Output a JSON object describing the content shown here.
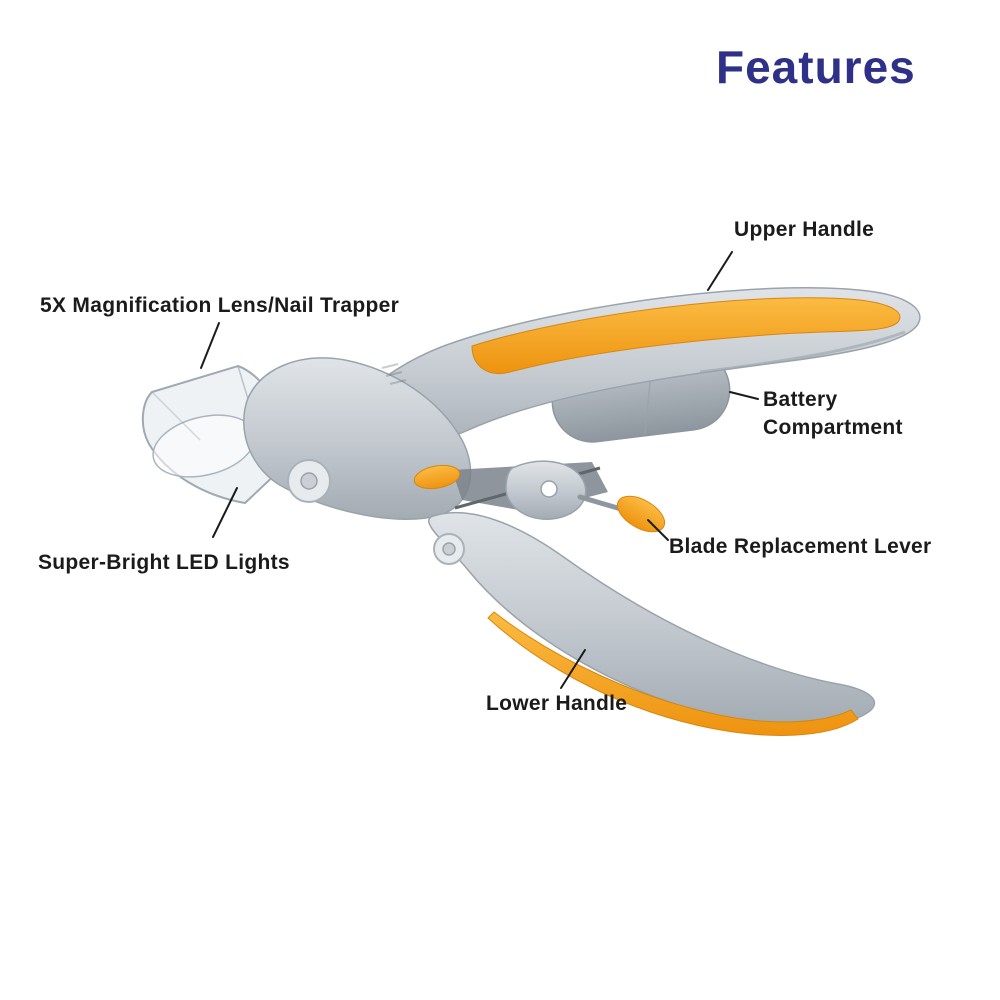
{
  "page": {
    "title": "Features"
  },
  "colors": {
    "title": "#2e3187",
    "label": "#1b1b1b",
    "line": "#1b1b1b",
    "background": "#ffffff",
    "body_gray_light": "#d9dde1",
    "body_gray": "#c3c9cf",
    "body_gray_dark": "#98a1a9",
    "accent_orange": "#f5a21b",
    "accent_orange_dark": "#dd8a0f"
  },
  "diagram": {
    "product": "pet-nail-clipper-with-led-and-magnifier",
    "labels": [
      {
        "id": "upper-handle",
        "text": "Upper Handle"
      },
      {
        "id": "magnification-lens",
        "text": "5X Magnification Lens/Nail Trapper"
      },
      {
        "id": "battery-compartment",
        "text": "Battery\nCompartment"
      },
      {
        "id": "blade-replacement-lever",
        "text": "Blade Replacement Lever"
      },
      {
        "id": "led-lights",
        "text": "Super-Bright LED Lights"
      },
      {
        "id": "lower-handle",
        "text": "Lower Handle"
      }
    ]
  }
}
